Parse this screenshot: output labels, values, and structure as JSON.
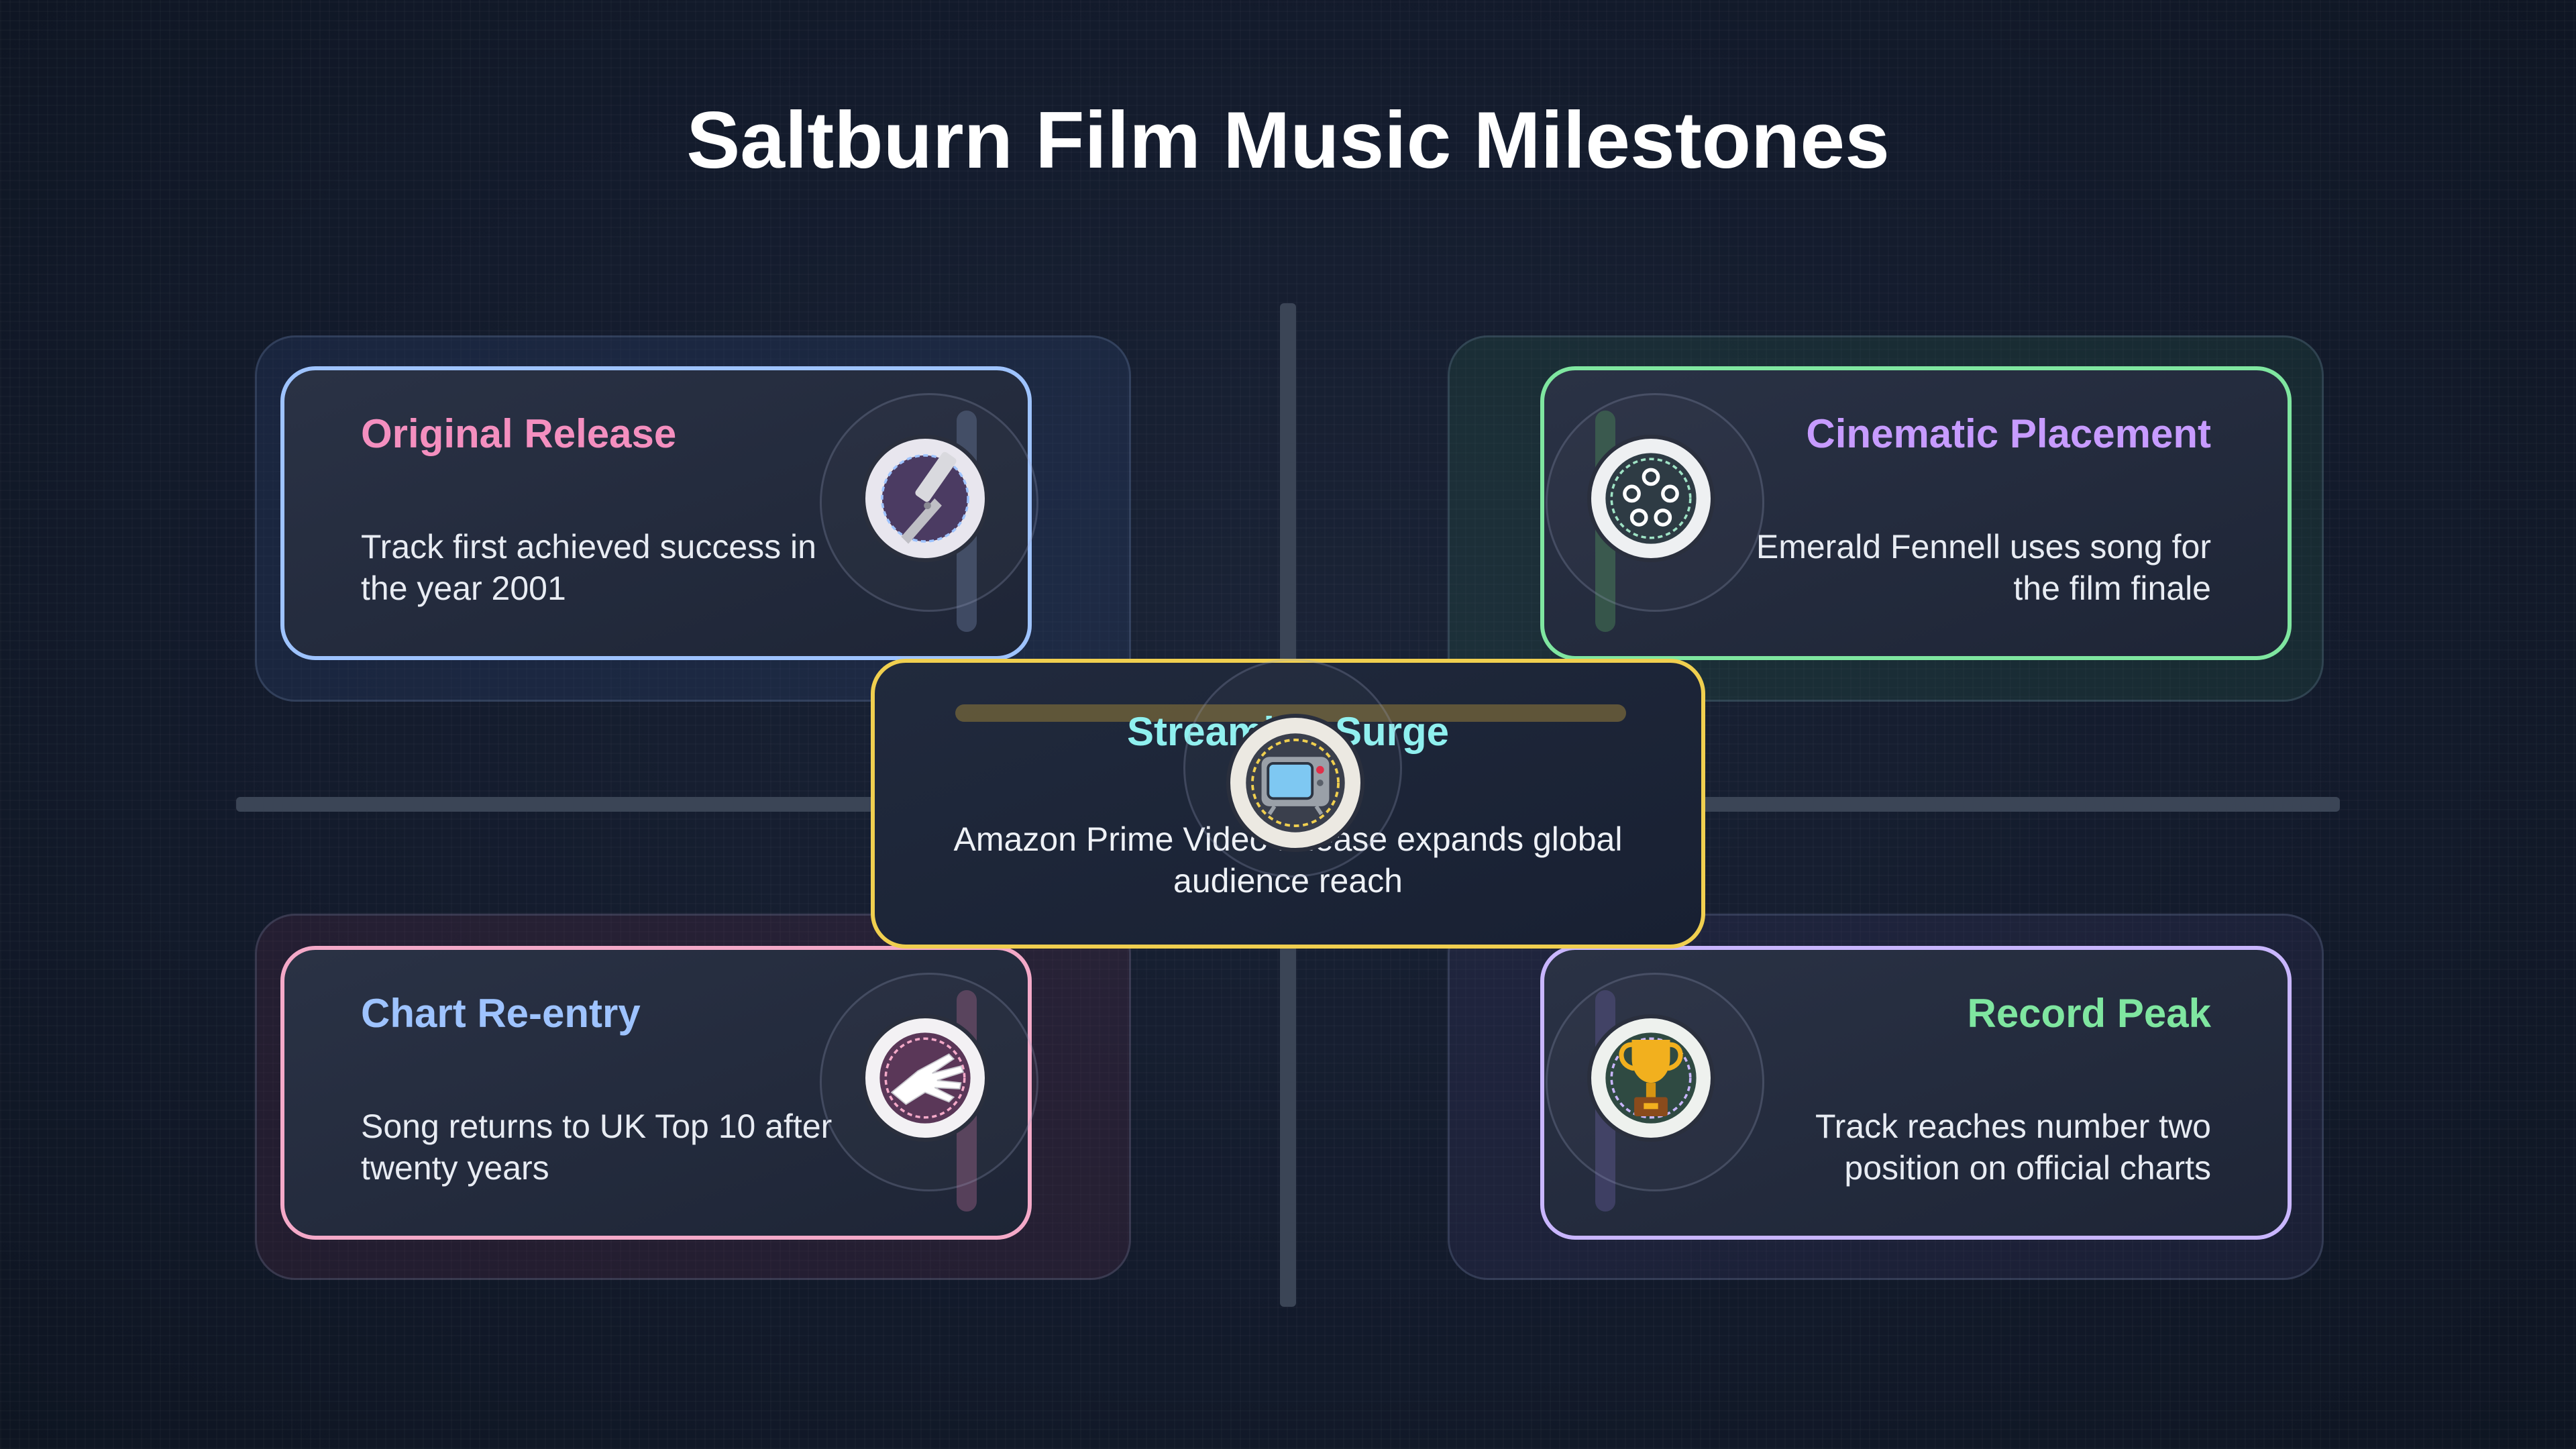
{
  "title": "Saltburn Film Music Milestones",
  "colors": {
    "original_release": "#f48fbf",
    "cinematic_placement": "#c79bff",
    "chart_reentry": "#9ec3ff",
    "record_peak": "#7fe6a0",
    "streaming_surge": "#8ff0ef",
    "border_blue": "#9ec3ff",
    "border_green": "#7fe6a0",
    "border_pink": "#f4a9c8",
    "border_lavender": "#c9b6ff",
    "border_yellow": "#f0cf4f"
  },
  "milestones": [
    {
      "title": "Original Release",
      "description": "Track first achieved success in the year 2001",
      "icon": "microphone-icon"
    },
    {
      "title": "Cinematic Placement",
      "description": "Emerald Fennell uses song for the film finale",
      "icon": "film-reel-icon"
    },
    {
      "title": "Streaming Surge",
      "description": "Amazon Prime Video release expands global audience reach",
      "icon": "television-icon"
    },
    {
      "title": "Chart Re-entry",
      "description": "Song returns to UK Top 10 after twenty years",
      "icon": "hand-icon"
    },
    {
      "title": "Record Peak",
      "description": "Track reaches number two position on official charts",
      "icon": "trophy-icon"
    }
  ]
}
